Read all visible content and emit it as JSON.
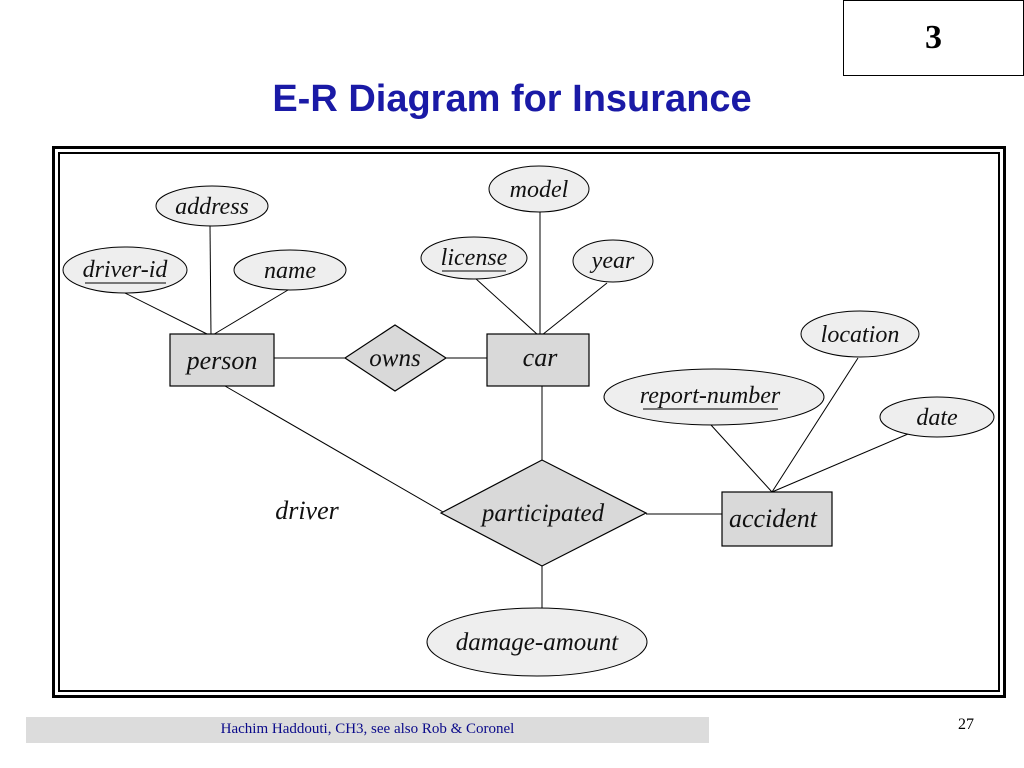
{
  "slide": {
    "chapter_number": "3",
    "title": "E-R Diagram for Insurance",
    "footer": "Hachim Haddouti, CH3, see also Rob & Coronel",
    "page_number": "27"
  },
  "diagram": {
    "entities": {
      "person": "person",
      "car": "car",
      "accident": "accident"
    },
    "relationships": {
      "owns": "owns",
      "participated": "participated"
    },
    "attributes": {
      "address": "address",
      "driver_id": "driver-id",
      "name": "name",
      "model": "model",
      "license": "license",
      "year": "year",
      "location": "location",
      "report_number": "report-number",
      "date": "date",
      "damage_amount": "damage-amount"
    },
    "role_label": "driver"
  }
}
